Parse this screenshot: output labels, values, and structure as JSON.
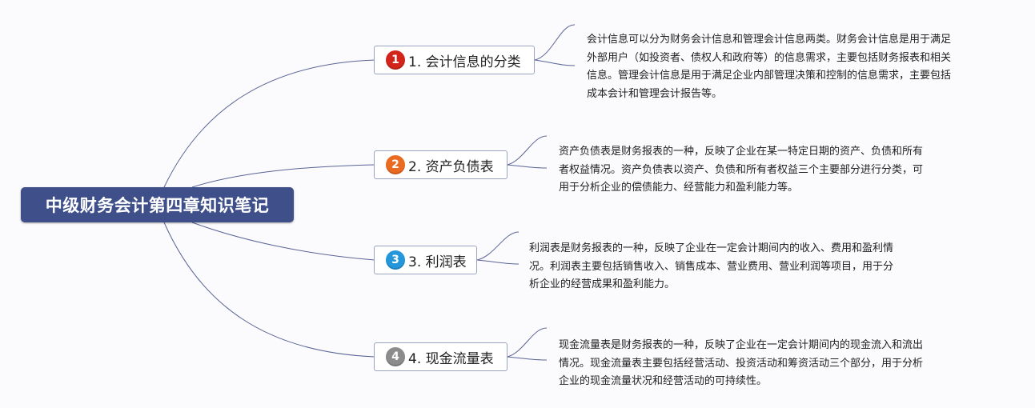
{
  "title": "中级财务会计第四章知识笔记",
  "topics": [
    {
      "number": "1",
      "label": "1. 会计信息的分类",
      "marker_color": "#d3241b",
      "note_lines": [
        "会计信息可以分为财务会计信息和管理会计信息两类。财务会计信息是用于满足",
        "外部用户（如投资者、债权人和政府等）的信息需求，主要包括财务报表和相关",
        "信息。管理会计信息是用于满足企业内部管理决策和控制的信息需求，主要包括",
        "成本会计和管理会计报告等。"
      ]
    },
    {
      "number": "2",
      "label": "2. 资产负债表",
      "marker_color": "#ea6a22",
      "note_lines": [
        "资产负债表是财务报表的一种，反映了企业在某一特定日期的资产、负债和所有",
        "者权益情况。资产负债表以资产、负债和所有者权益三个主要部分进行分类，可",
        "用于分析企业的偿债能力、经营能力和盈利能力等。"
      ]
    },
    {
      "number": "3",
      "label": "3. 利润表",
      "marker_color": "#2496da",
      "note_lines": [
        "利润表是财务报表的一种，反映了企业在一定会计期间内的收入、费用和盈利情",
        "况。利润表主要包括销售收入、销售成本、营业费用、营业利润等项目，用于分",
        "析企业的经营成果和盈利能力。"
      ]
    },
    {
      "number": "4",
      "label": "4. 现金流量表",
      "marker_color": "#8c8c8c",
      "note_lines": [
        "现金流量表是财务报表的一种，反映了企业在一定会计期间内的现金流入和流出",
        "情况。现金流量表主要包括经营活动、投资活动和筹资活动三个部分，用于分析",
        "企业的现金流量状况和经营活动的可持续性。"
      ]
    }
  ]
}
